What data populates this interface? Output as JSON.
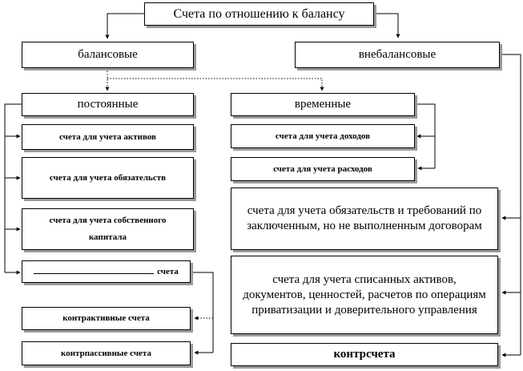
{
  "root": "Счета по отношению к балансу",
  "level1": {
    "left": "балансовые",
    "right": "внебалансовые"
  },
  "level2": {
    "left": "постоянные",
    "right": "временные"
  },
  "permanent_items": [
    "счета для учета активов",
    "счета для учета обязательств",
    "счета для учета собственного капитала",
    "счета"
  ],
  "contra_items": [
    "контрактивные счета",
    "контрпассивные счета"
  ],
  "temporary_items": [
    "счета для учета доходов",
    "счета для учета расходов"
  ],
  "offbalance_items": [
    "счета для учета обязательств и требований по заключенным, но не выполненным договорам",
    "счета для учета списанных активов, документов, ценностей, расчетов по операциям приватизации и доверительного управления",
    "контрсчета"
  ]
}
